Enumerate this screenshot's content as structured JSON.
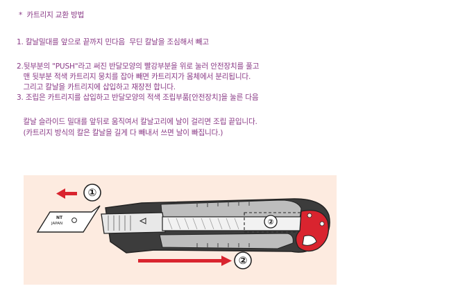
{
  "document": {
    "lines": [
      "*  카트리지 교환 방법",
      "1. 칼날밀대를 앞으로 끝까지 민다음  무딘 칼날을 조심해서 빼고",
      "2.뒷부분의 \"PUSH\"라고 써진 반달모양의 빨강부분을 위로 눌러 안전장치를 풀고",
      "   맨 뒷부분 적색 카트리지 뭉치를 잡아 빼면 카트리지가 몸체에서 분리됩니다.",
      "   그리고 칼날을 카트리지에 삽입하고 재장전 합니다.",
      "3. 조립은 카트리지를 삽입하고 반달모양의 적색 조립부품[안전장치]을 눌른 다음",
      "   칼날 슬라이드 밀대를 앞뒤로 움직여서 칼날고리에 날이 걸리면 조립 끝입니다.",
      "   (카트리지 방식의 칼은 칼날을 길게 다 빼내서 쓰면 날이 빠집니다.)"
    ]
  },
  "figure": {
    "step1_label": "①",
    "step2_label": "②",
    "blade_brand": "NT",
    "blade_country": "JAPAN",
    "colors": {
      "text": "#8a3a86",
      "background_panel": "#fdebe0",
      "arrow_red": "#d9242f",
      "body_dark": "#3c3c3c",
      "body_grey": "#bdbdbd"
    }
  }
}
